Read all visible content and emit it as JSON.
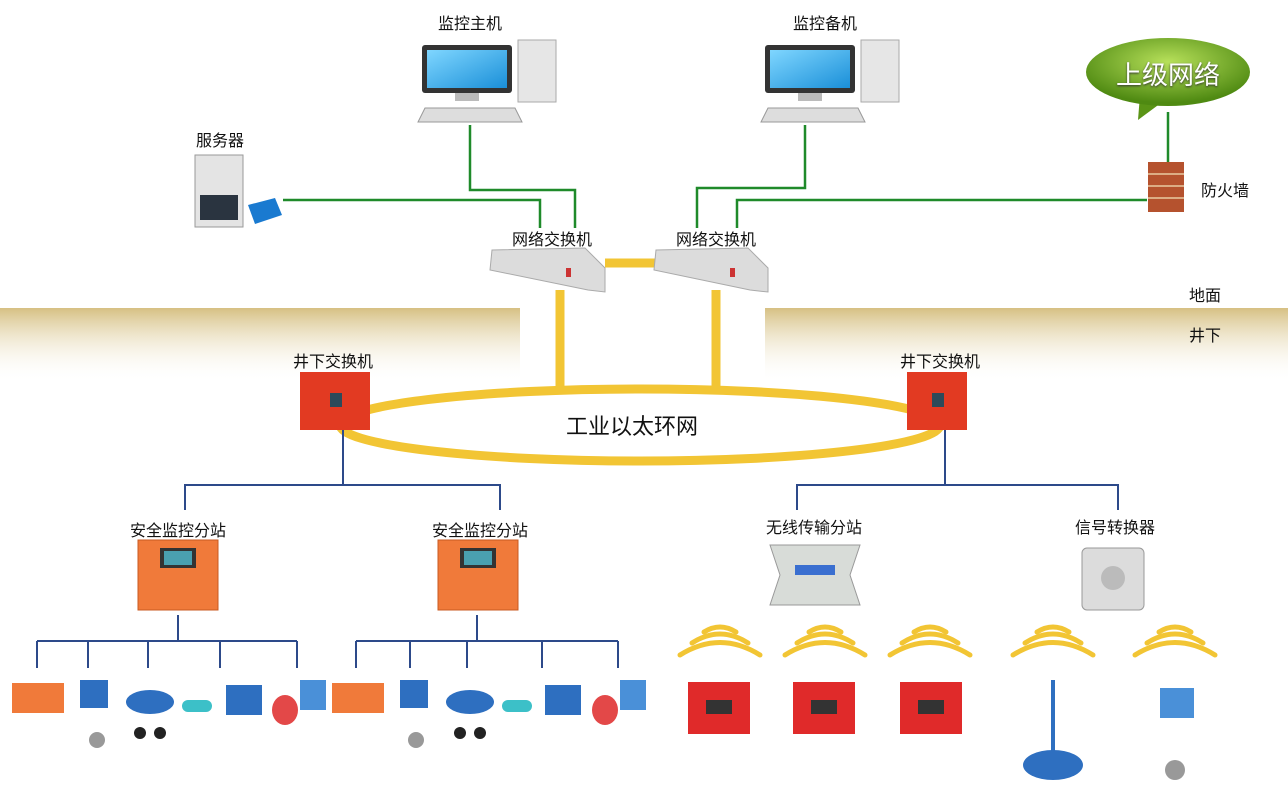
{
  "labels": {
    "main_host": "监控主机",
    "backup_host": "监控备机",
    "server": "服务器",
    "upper_network": "上级网络",
    "firewall": "防火墙",
    "switch_left": "网络交换机",
    "switch_right": "网络交换机",
    "ground": "地面",
    "underground": "井下",
    "mine_switch_left": "井下交换机",
    "mine_switch_right": "井下交换机",
    "ring_network": "工业以太环网",
    "safety_station_1": "安全监控分站",
    "safety_station_2": "安全监控分站",
    "wireless_station": "无线传输分站",
    "signal_converter": "信号转换器"
  },
  "colors": {
    "network_line": "#1f8a2a",
    "ring": "#f2c534",
    "bus_line": "#2d4a8a",
    "underground_band": "#d9c48a",
    "bubble": "#6aa51e",
    "mine_switch": "#e23a22",
    "station": "#f07a3a"
  },
  "icons": [
    "computer-icon",
    "server-icon",
    "firewall-icon",
    "switch-icon",
    "mine-switch-icon",
    "station-icon",
    "wireless-icon",
    "sensor-icon"
  ]
}
